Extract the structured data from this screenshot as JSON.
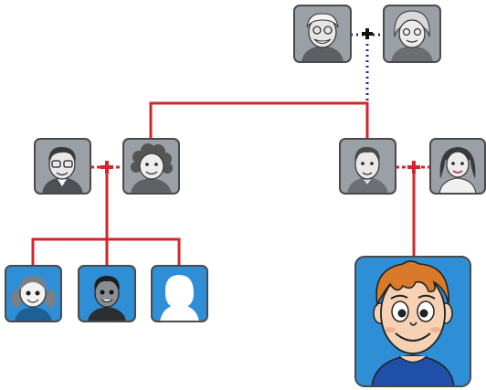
{
  "colors": {
    "link_line": "#d6262b",
    "grandparents_link": "#1f2a8a",
    "grandparents_plus": "#111111",
    "card_gray": "#9aa0a6",
    "card_blue": "#2f8fd6",
    "card_frame": "#4a4a4a"
  },
  "people": [
    {
      "id": "grandfather",
      "style": "gray",
      "icon": "old-man-portrait-icon"
    },
    {
      "id": "grandmother",
      "style": "gray",
      "icon": "old-woman-portrait-icon"
    },
    {
      "id": "uncle",
      "style": "gray",
      "icon": "man-with-glasses-portrait-icon"
    },
    {
      "id": "aunt",
      "style": "gray",
      "icon": "curly-woman-portrait-icon"
    },
    {
      "id": "father",
      "style": "gray",
      "icon": "man-portrait-icon"
    },
    {
      "id": "mother",
      "style": "gray",
      "icon": "woman-portrait-icon"
    },
    {
      "id": "cousin-girl",
      "style": "blue",
      "icon": "girl-portrait-icon"
    },
    {
      "id": "cousin-boy",
      "style": "blue",
      "icon": "boy-portrait-icon"
    },
    {
      "id": "cousin-unknown",
      "style": "blue",
      "icon": "silhouette-icon"
    },
    {
      "id": "me",
      "style": "blue",
      "icon": "red-haired-boy-portrait-icon"
    }
  ],
  "relations": [
    {
      "type": "spouse",
      "a": "grandfather",
      "b": "grandmother"
    },
    {
      "type": "spouse",
      "a": "uncle",
      "b": "aunt"
    },
    {
      "type": "spouse",
      "a": "father",
      "b": "mother"
    },
    {
      "type": "child",
      "parents": [
        "grandfather",
        "grandmother"
      ],
      "child": "aunt"
    },
    {
      "type": "child",
      "parents": [
        "grandfather",
        "grandmother"
      ],
      "child": "father"
    },
    {
      "type": "child",
      "parents": [
        "uncle",
        "aunt"
      ],
      "child": "cousin-girl"
    },
    {
      "type": "child",
      "parents": [
        "uncle",
        "aunt"
      ],
      "child": "cousin-boy"
    },
    {
      "type": "child",
      "parents": [
        "uncle",
        "aunt"
      ],
      "child": "cousin-unknown"
    },
    {
      "type": "child",
      "parents": [
        "father",
        "mother"
      ],
      "child": "me"
    }
  ]
}
